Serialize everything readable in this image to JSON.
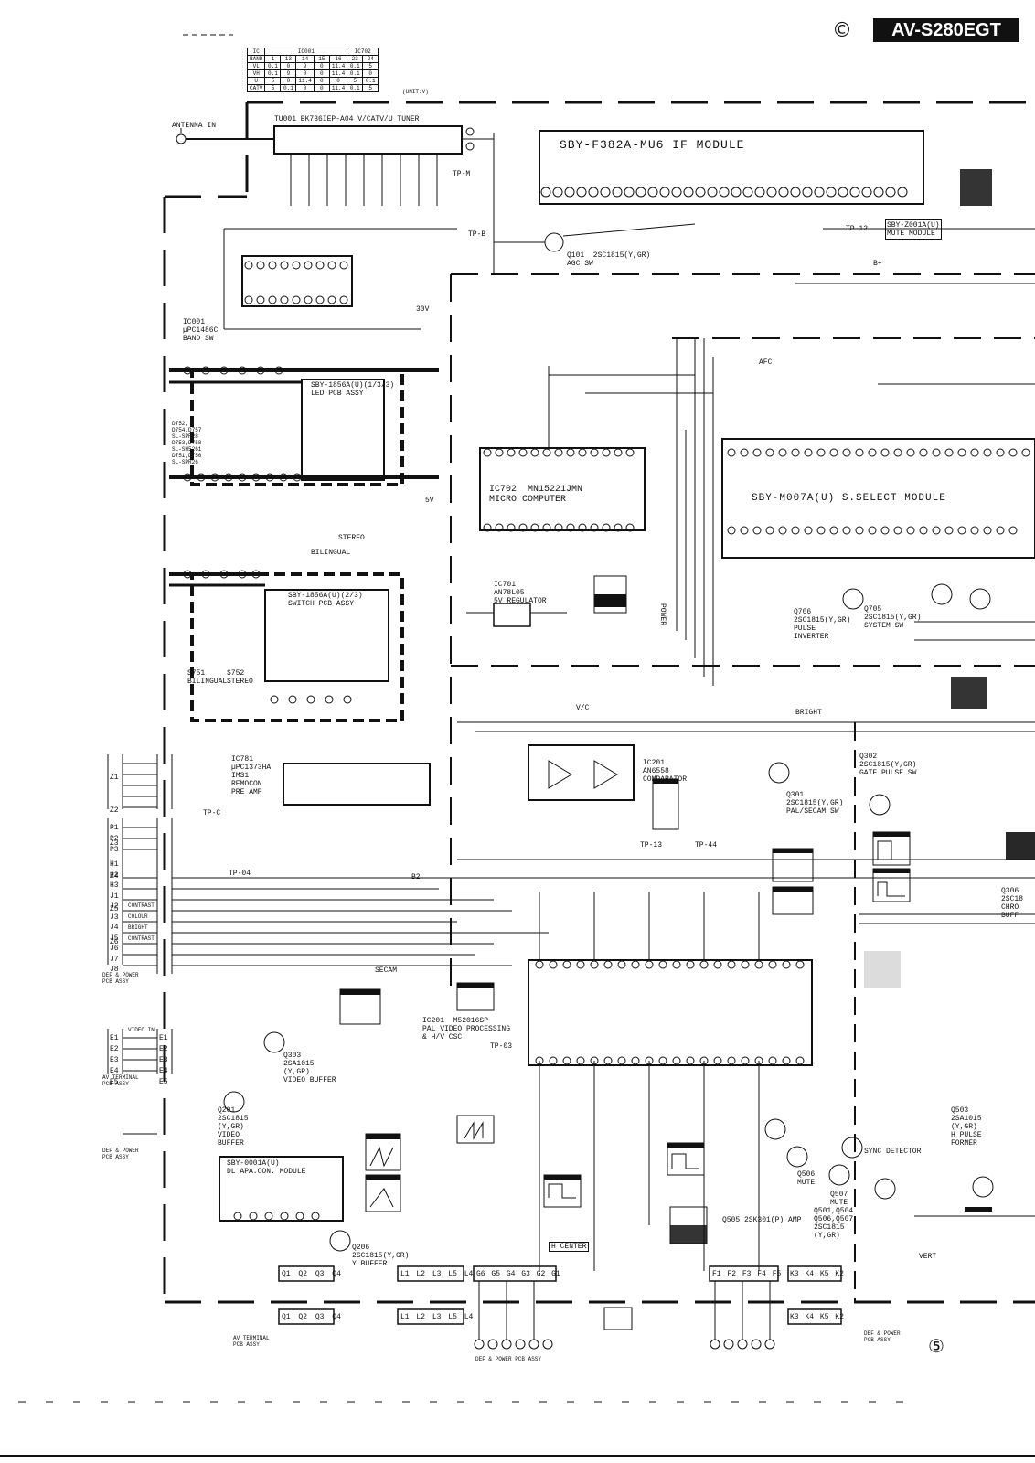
{
  "header": {
    "copyright_mark": "©",
    "model": "AV-S280EGT"
  },
  "footer": {
    "page_number": "⑤"
  },
  "band_table": {
    "note": "(UNIT:V)",
    "ic_headers": [
      "IC",
      "IC001",
      "IC702"
    ],
    "rows": [
      [
        "BAND",
        "1",
        "13",
        "14",
        "15",
        "16",
        "23",
        "24"
      ],
      [
        "VL",
        "0.1",
        "0",
        "9",
        "0",
        "11.4",
        "0.1",
        "5"
      ],
      [
        "VH",
        "0.1",
        "9",
        "0",
        "0",
        "11.4",
        "0.1",
        "0"
      ],
      [
        "U",
        "5",
        "0",
        "11.4",
        "0",
        "0",
        "5",
        "0.1"
      ],
      [
        "CATV",
        "5",
        "0.1",
        "0",
        "0",
        "11.4",
        "0.1",
        "5"
      ]
    ]
  },
  "labels": {
    "antenna": "ANTENNA IN",
    "tuner": "TU001  BK736IEP-A04 V/CATV/U TUNER",
    "if_module": "SBY-F382A-MU6  IF MODULE",
    "ic001": "IC001\nµPC1486C\nBAND SW",
    "q101": "Q101  2SC1815(Y,GR)\nAGC SW",
    "mute_module": "SBY-Z001A(U)\nMUTE MODULE",
    "led_pcb": "SBY-1856A(U)(1/3/3)\nLED PCB ASSY",
    "led_parts": "D752,\nD754,D757\nSL-SPR28\nD753,D758\nSL-SH5261\nD751,D756\nSL-SPR26",
    "ic702": "IC702  MN15221JMN\nMICRO COMPUTER",
    "s_select": "SBY-M007A(U)  S.SELECT MODULE",
    "ic701": "IC701\nAN78L05\n5V REGULATOR",
    "switch_pcb": "SBY-1856A(U)(2/3)\nSWITCH PCB ASSY",
    "s751": "S751\nBILINGUAL",
    "s752": "S752\nSTEREO",
    "ic781": "IC781\nµPC1373HA\nIMS1\nREMOCON\nPRE AMP",
    "ic201_comp": "IC201\nAN6558\nCOMPARATOR",
    "ic201_pal": "IC201  M52016SP\nPAL VIDEO PROCESSING\n& H/V CSC.",
    "q303": "Q303\n2SA1015\n(Y,GR)\nVIDEO BUFFER",
    "q201": "Q201\n2SC1815\n(Y,GR)\nVIDEO\nBUFFER",
    "dl_module": "SBY-0001A(U)\nDL APA.CON. MODULE",
    "q206": "Q206\n2SC1815(Y,GR)\nY BUFFER",
    "q301": "Q301\n2SC1815(Y,GR)\nPAL/SECAM SW",
    "q302": "Q302\n2SC1815(Y,GR)\nGATE PULSE SW",
    "q706": "Q706\n2SC1815(Y,GR)\nPULSE\nINVERTER",
    "q705": "Q705\n2SC1815(Y,GR)\nSYSTEM SW",
    "q503": "Q503\n2SA1015\n(Y,GR)\nH PULSE\nFORMER",
    "q505": "Q505  2SK301(P)\nAMP",
    "q501_507": "Q501,Q504\nQ506,Q507\n2SC1815\n(Y,GR)",
    "q506": "Q506\nMUTE",
    "q507": "Q507\nMUTE",
    "sync_det": "SYNC DETECTOR",
    "h_center": "H CENTER",
    "def_power_1": "DEF & POWER\nPCB ASSY",
    "def_power_2": "DEF & POWER\nPCB ASSY",
    "def_power_3": "DEF & POWER PCB ASSY",
    "def_power_4": "DEF & POWER\nPCB ASSY",
    "av_terminal_1": "AV TERMINAL\nPCB ASSY",
    "av_terminal_2": "AV TERMINAL\nPCB ASSY",
    "video_in": "VIDEO IN",
    "afc": "AFC",
    "bright": "BRIGHT",
    "stereo": "STEREO",
    "bilingual": "BILINGUAL",
    "secam": "SECAM",
    "power": "POWER",
    "v_det": "V/C",
    "vert": "VERT",
    "tp_m": "TP-M",
    "tp_c": "TP-C",
    "tp_b": "TP-B",
    "tp_03": "TP-03",
    "tp_04": "TP-04",
    "tp_12": "TP-12",
    "tp_13": "TP-13",
    "tp_44": "TP-44",
    "contrast": "CONTRAST",
    "colour": "COLOUR",
    "bright2": "BRIGHT",
    "contrast2": "CONTRAST",
    "v30": "30V",
    "v5": "5V",
    "b2": "B2",
    "b_plus": "B+",
    "q306": "Q306\n2SC18\nCHRO\nBUFF"
  },
  "connectors": {
    "z_left": [
      "Z1",
      "Z2",
      "Z3",
      "Z4",
      "Z5",
      "Z6"
    ],
    "p_left": [
      "P1",
      "P2",
      "P3"
    ],
    "j_left": [
      "H1",
      "H2",
      "H3",
      "J1",
      "J2",
      "J3",
      "J4",
      "J5",
      "J6",
      "J7",
      "J8"
    ],
    "e_left": [
      "E1",
      "E2",
      "E3",
      "E4",
      "E5"
    ],
    "e_right": [
      "E1",
      "E2",
      "E3",
      "E4",
      "E5"
    ],
    "q_bottom": [
      "Q1",
      "Q2",
      "Q3",
      "Q4"
    ],
    "l_bottom": [
      "L1",
      "L2",
      "L3",
      "L5",
      "L4"
    ],
    "g_bottom": [
      "G6",
      "G5",
      "G4",
      "G3",
      "G2",
      "G1"
    ],
    "f_bottom": [
      "F1",
      "F2",
      "F3",
      "F4",
      "F5"
    ],
    "k_bottom": [
      "K3",
      "K4",
      "K5",
      "K2"
    ]
  }
}
